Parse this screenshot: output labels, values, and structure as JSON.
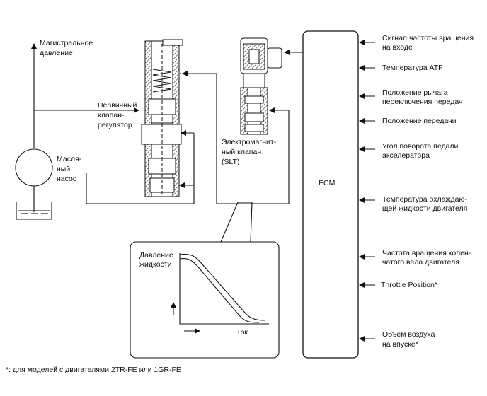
{
  "pump": {
    "line_pressure_label": [
      "Магистральное",
      "давление"
    ],
    "pump_label": [
      "Масля-",
      "ный",
      "насос"
    ]
  },
  "primary_regulator": {
    "label": [
      "Первичный",
      "клапан-",
      "регулятор"
    ]
  },
  "solenoid": {
    "label": [
      "Электромагнит-",
      "ный клапан",
      "(SLT)"
    ]
  },
  "ecm": {
    "label": "ECM"
  },
  "inputs": [
    {
      "lines": [
        "Сигнал частоты вращения",
        "на входе"
      ]
    },
    {
      "lines": [
        "Температура ATF"
      ]
    },
    {
      "lines": [
        "Положение рычага",
        "переключения передач"
      ]
    },
    {
      "lines": [
        "Положение передачи"
      ]
    },
    {
      "lines": [
        "Угол поворота педали",
        "акселератора"
      ]
    },
    {
      "lines": [
        "Температура охлаждаю-",
        "щей жидкости двигателя"
      ]
    },
    {
      "lines": [
        "Частота вращения колен-",
        "чатого вала двигателя"
      ]
    },
    {
      "lines": [
        "Throttle Position*"
      ]
    },
    {
      "lines": [
        "Объем воздуха",
        "на впуске*"
      ]
    }
  ],
  "graph": {
    "y_label": [
      "Давление",
      "жидкости"
    ],
    "x_label": "Ток"
  },
  "footnote": "*: для моделей с двигателями 2TR-FE или 1GR-FE"
}
